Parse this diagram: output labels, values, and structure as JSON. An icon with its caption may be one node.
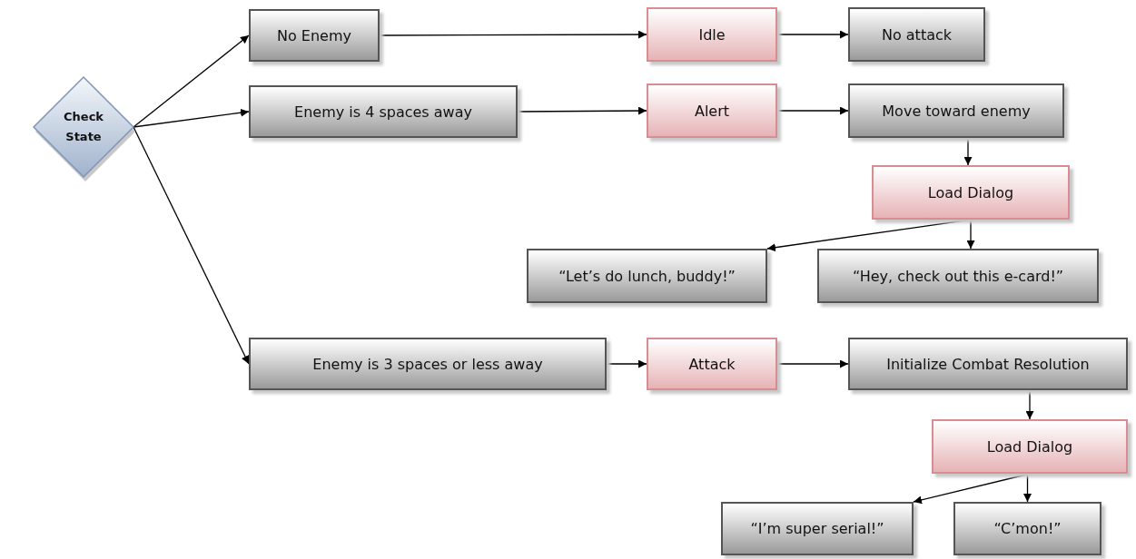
{
  "diagram": {
    "nodes": [
      {
        "text": [
          "Check State"
        ]
      },
      {
        "text": [
          "No Enemy"
        ]
      },
      {
        "text": [
          "Idle"
        ]
      },
      {
        "text": [
          "No attack"
        ]
      },
      {
        "text": [
          "Enemy is 4 spaces away"
        ]
      },
      {
        "text": [
          "Alert"
        ]
      },
      {
        "text": [
          "Move toward enemy"
        ]
      },
      {
        "text": [
          "Load Dialog"
        ]
      },
      {
        "text": [
          "“Let’s do lunch, buddy!”"
        ]
      },
      {
        "text": [
          "“Hey, check out this e-card!”"
        ]
      },
      {
        "text": [
          "Enemy is 3 spaces or less away"
        ]
      },
      {
        "text": [
          "Attack"
        ]
      },
      {
        "text": [
          "Initialize Combat Resolution"
        ]
      },
      {
        "text": [
          "Load Dialog"
        ]
      },
      {
        "text": [
          "“I’m super serial!”"
        ]
      },
      {
        "text": [
          "“C’mon!”"
        ]
      }
    ],
    "edges": [
      {
        "from": 0,
        "to": 1,
        "arrow": "to"
      },
      {
        "from": 0,
        "to": 4,
        "arrow": "to"
      },
      {
        "from": 0,
        "to": 10,
        "arrow": "to"
      },
      {
        "from": 1,
        "to": 2,
        "arrow": "to"
      },
      {
        "from": 2,
        "to": 3,
        "arrow": "to"
      },
      {
        "from": 4,
        "to": 5,
        "arrow": "to"
      },
      {
        "from": 5,
        "to": 6,
        "arrow": "to"
      },
      {
        "from": 6,
        "to": 7,
        "arrow": "to"
      },
      {
        "from": 7,
        "to": 8,
        "arrow": "to"
      },
      {
        "from": 7,
        "to": 9,
        "arrow": "to"
      },
      {
        "from": 10,
        "to": 11,
        "arrow": "to"
      },
      {
        "from": 11,
        "to": 12,
        "arrow": "to"
      },
      {
        "from": 12,
        "to": 13,
        "arrow": "to"
      },
      {
        "from": 13,
        "to": 14,
        "arrow": "to"
      },
      {
        "from": 13,
        "to": 15,
        "arrow": "to"
      }
    ]
  }
}
